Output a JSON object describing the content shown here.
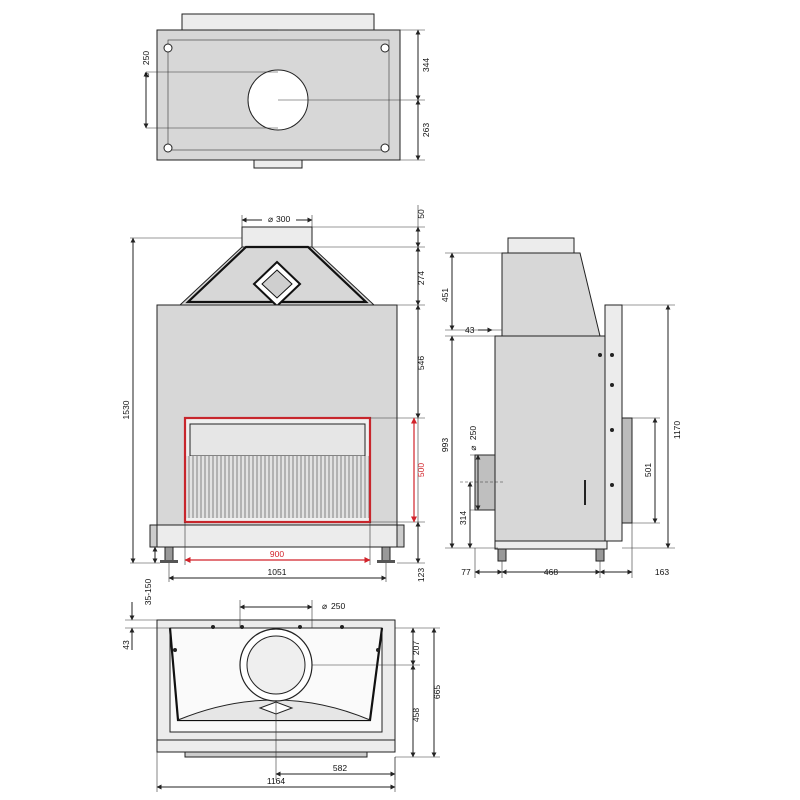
{
  "top_view": {
    "flue_diameter": "250",
    "dim_right_top": "344",
    "dim_right_bottom": "263"
  },
  "front_view": {
    "flue_diameter": "300",
    "dim_right": [
      "50",
      "274",
      "546",
      "500",
      "123"
    ],
    "dim_left": "1530",
    "opening_width": "900",
    "base_width": "1051",
    "feet_height": "35-150"
  },
  "side_view": {
    "dim_left": [
      "451",
      "43",
      "993",
      "250",
      "314"
    ],
    "dim_inner": "501",
    "dim_right": "1170",
    "dim_bottom": [
      "77",
      "468",
      "163"
    ]
  },
  "plan_view": {
    "flue_diameter": "250",
    "dim_left": "43",
    "dim_right": [
      "207",
      "665",
      "458"
    ],
    "inner_width": "582",
    "outer_width": "1164"
  },
  "colors": {
    "accent_red": "#d2232a",
    "body_gray": "#d7d7d7"
  }
}
